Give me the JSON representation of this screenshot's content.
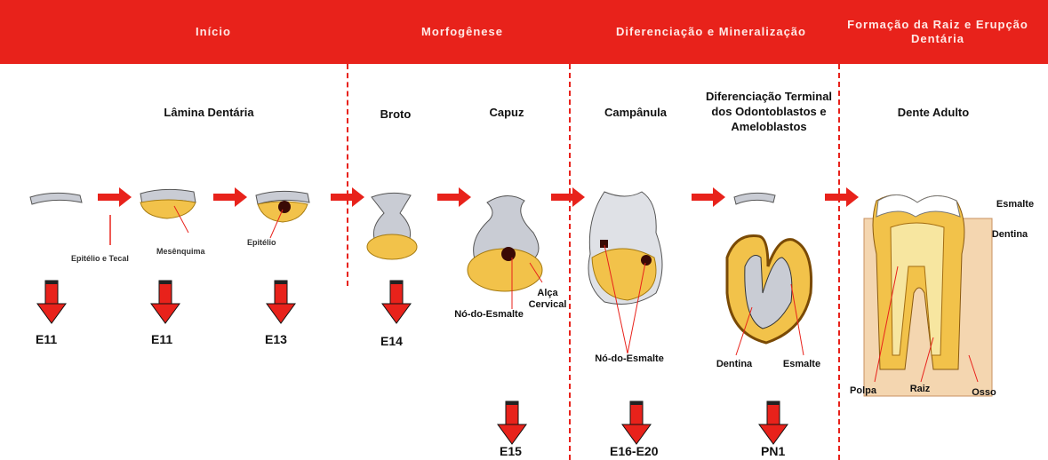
{
  "phases": [
    {
      "label": "Início"
    },
    {
      "label": "Morfogênese"
    },
    {
      "label": "Diferenciação e Mineralização"
    },
    {
      "label": "Formação da Raiz e Erupção Dentária"
    }
  ],
  "stages": {
    "lamina": "Lâmina Dentária",
    "broto": "Broto",
    "capuz": "Capuz",
    "campanula": "Campânula",
    "diferenciacao": "Diferenciação Terminal dos Odontoblastos e Ameloblastos",
    "adulto": "Dente Adulto"
  },
  "structures": {
    "epitelio_tecal": "Epitélio e Tecal",
    "mesenquima": "Mesênquima",
    "epitelio": "Epitélio",
    "no_esmalte_capuz": "Nó-do-Esmalte",
    "alca_cervical": "Alça Cervical",
    "no_esmalte_campanula": "Nó-do-Esmalte",
    "dentina_diff": "Dentina",
    "esmalte_diff": "Esmalte",
    "esmalte_adulto": "Esmalte",
    "dentina_adulto": "Dentina",
    "polpa": "Polpa",
    "raiz": "Raiz",
    "osso": "Osso"
  },
  "ages": [
    "E11",
    "E11",
    "E13",
    "E14",
    "E15",
    "E16-E20",
    "PN1"
  ],
  "colors": {
    "accent": "#e8221b",
    "arrow": "#e8221b",
    "tissue_yellow": "#f2c24a",
    "tissue_gray": "#c9ccd4"
  }
}
